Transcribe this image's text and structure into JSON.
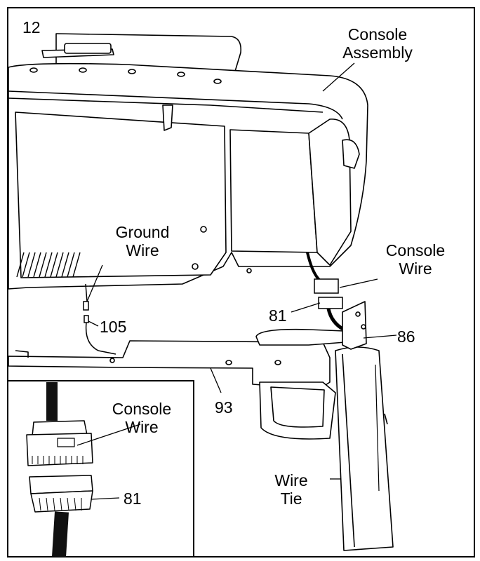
{
  "diagram": {
    "step_number": "12",
    "labels": {
      "console_assembly": [
        "Console",
        "Assembly"
      ],
      "ground_wire": [
        "Ground",
        "Wire"
      ],
      "console_wire": [
        "Console",
        "Wire"
      ],
      "part_81": "81",
      "part_105": "105",
      "part_86": "86",
      "part_93": "93",
      "wire_tie": [
        "Wire",
        "Tie"
      ]
    },
    "inset_labels": {
      "console_wire": [
        "Console",
        "Wire"
      ],
      "part_81": "81"
    }
  }
}
